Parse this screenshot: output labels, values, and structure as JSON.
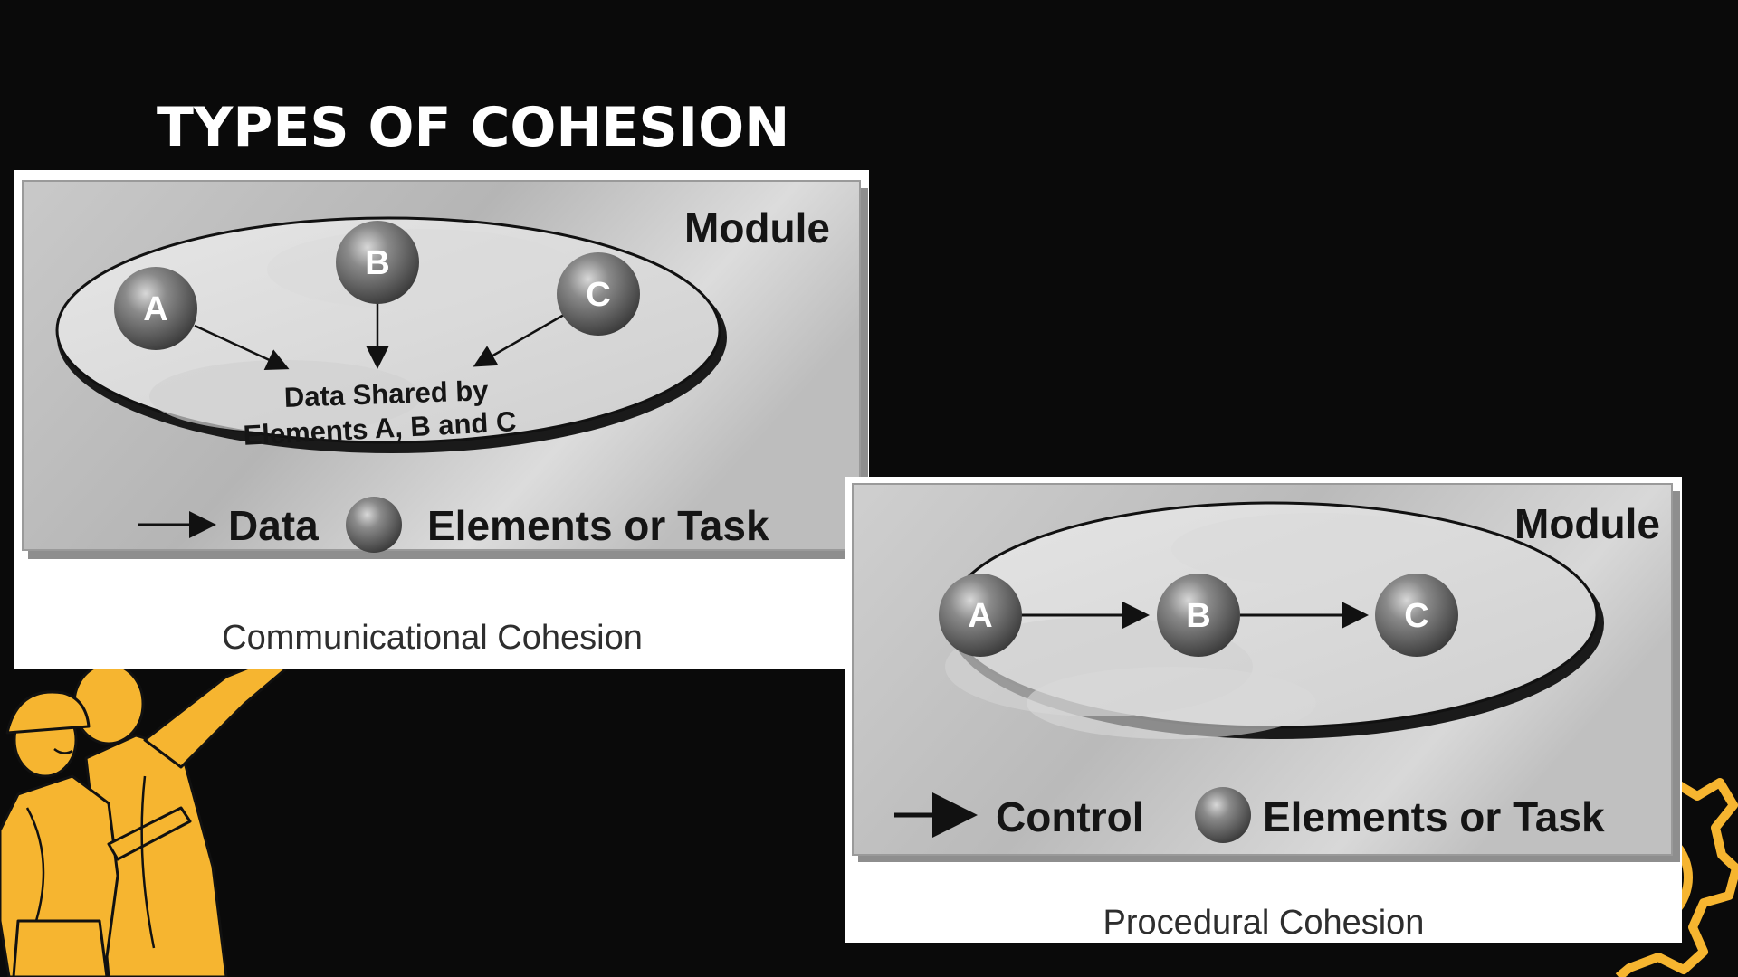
{
  "slide": {
    "title": "TYPES OF COHESION"
  },
  "communicational": {
    "module_label": "Module",
    "element_a": "A",
    "element_b": "B",
    "element_c": "C",
    "shared_line1": "Data Shared by",
    "shared_line2": "Elements A, B and C",
    "legend_arrow_label": "Data",
    "legend_ball_label": "Elements or Task",
    "caption": "Communicational Cohesion"
  },
  "procedural": {
    "module_label": "Module",
    "element_a": "A",
    "element_b": "B",
    "element_c": "C",
    "legend_arrow_label": "Control",
    "legend_ball_label": "Elements or Task",
    "caption": "Procedural Cohesion"
  },
  "colors": {
    "background": "#0a0a0a",
    "accent": "#f6b530",
    "title": "#ffffff"
  }
}
